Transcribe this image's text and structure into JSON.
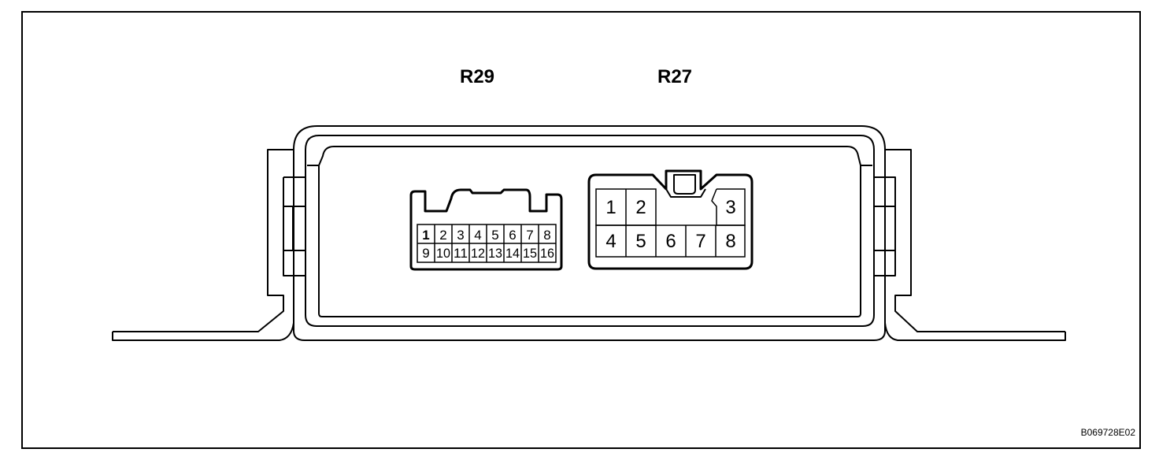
{
  "connectors": {
    "r29": {
      "label": "R29",
      "pins_top": [
        "1",
        "2",
        "3",
        "4",
        "5",
        "6",
        "7",
        "8"
      ],
      "pins_bottom": [
        "9",
        "10",
        "11",
        "12",
        "13",
        "14",
        "15",
        "16"
      ]
    },
    "r27": {
      "label": "R27",
      "pins_top": [
        "1",
        "2",
        "3"
      ],
      "pins_bottom": [
        "4",
        "5",
        "6",
        "7",
        "8"
      ]
    }
  },
  "figure_code": "B069728E02"
}
